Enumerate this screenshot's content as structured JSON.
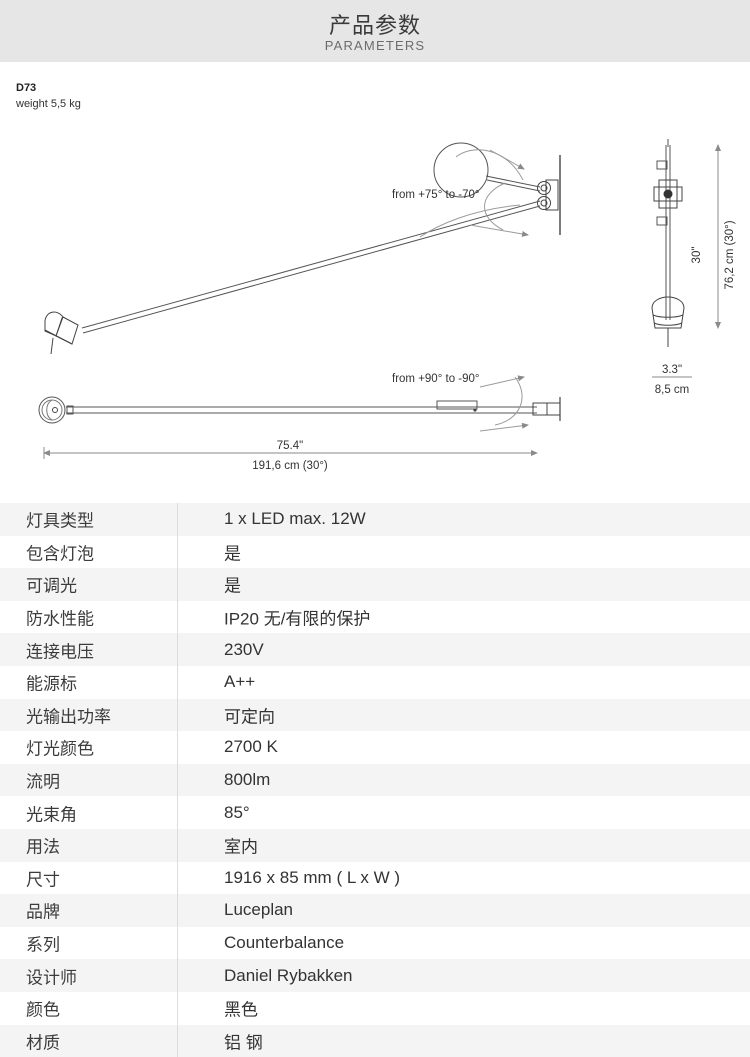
{
  "header": {
    "title": "产品参数",
    "subtitle": "PARAMETERS"
  },
  "model": {
    "code": "D73",
    "weight": "weight 5,5 kg"
  },
  "drawing": {
    "angle_label_side": "from +75° to -70°",
    "angle_label_top": "from +90° to -90°",
    "length_inch": "75.4\"",
    "length_cm": "191,6 cm (30°)",
    "height_inch": "30\"",
    "height_cm": "76,2 cm (30°)",
    "width_inch": "3.3\"",
    "width_cm": "8,5 cm"
  },
  "spec_table": {
    "rows": [
      {
        "label": "灯具类型",
        "value": "1 x LED max. 12W"
      },
      {
        "label": "包含灯泡",
        "value": "是"
      },
      {
        "label": "可调光",
        "value": "是"
      },
      {
        "label": "防水性能",
        "value": "IP20 无/有限的保护"
      },
      {
        "label": "连接电压",
        "value": "230V"
      },
      {
        "label": "能源标",
        "value": "A++"
      },
      {
        "label": "光输出功率",
        "value": "可定向"
      },
      {
        "label": "灯光颜色",
        "value": "2700 K"
      },
      {
        "label": "流明",
        "value": "800lm"
      },
      {
        "label": "光束角",
        "value": "85°"
      },
      {
        "label": "用法",
        "value": "室内"
      },
      {
        "label": "尺寸",
        "value": "1916 x 85 mm ( L x W )"
      },
      {
        "label": "品牌",
        "value": "Luceplan"
      },
      {
        "label": "系列",
        "value": "Counterbalance"
      },
      {
        "label": "设计师",
        "value": "Daniel Rybakken"
      },
      {
        "label": "颜色",
        "value": "黑色"
      },
      {
        "label": "材质",
        "value": "铝 钢"
      }
    ]
  },
  "colors": {
    "header_band": "#e6e6e6",
    "row_alt": "#f4f4f4",
    "text": "#333333",
    "line": "#555555"
  }
}
